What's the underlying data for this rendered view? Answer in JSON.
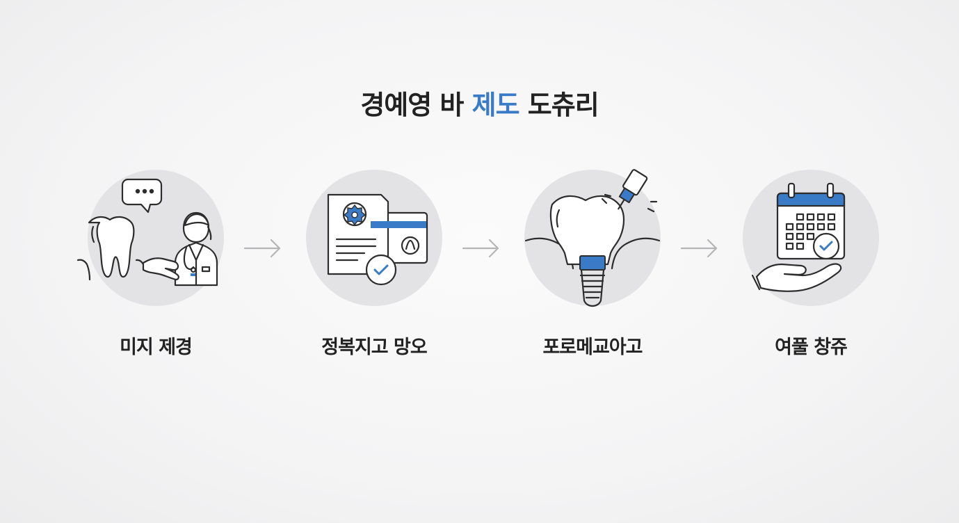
{
  "title": {
    "prefix": "경예영 바 ",
    "accent": "제도",
    "suffix": " 도츄리"
  },
  "accent_color": "#3a7bc8",
  "steps": [
    {
      "label": "미지 제경",
      "icon": "tooth-and-dentist-consultation-icon"
    },
    {
      "label": "정복지고 망오",
      "icon": "certificate-document-check-icon"
    },
    {
      "label": "포로메교아고",
      "icon": "dental-implant-drill-icon"
    },
    {
      "label": "여풀 창쥬",
      "icon": "calendar-in-hand-check-icon"
    }
  ],
  "connector_icon": "right-arrow-icon"
}
